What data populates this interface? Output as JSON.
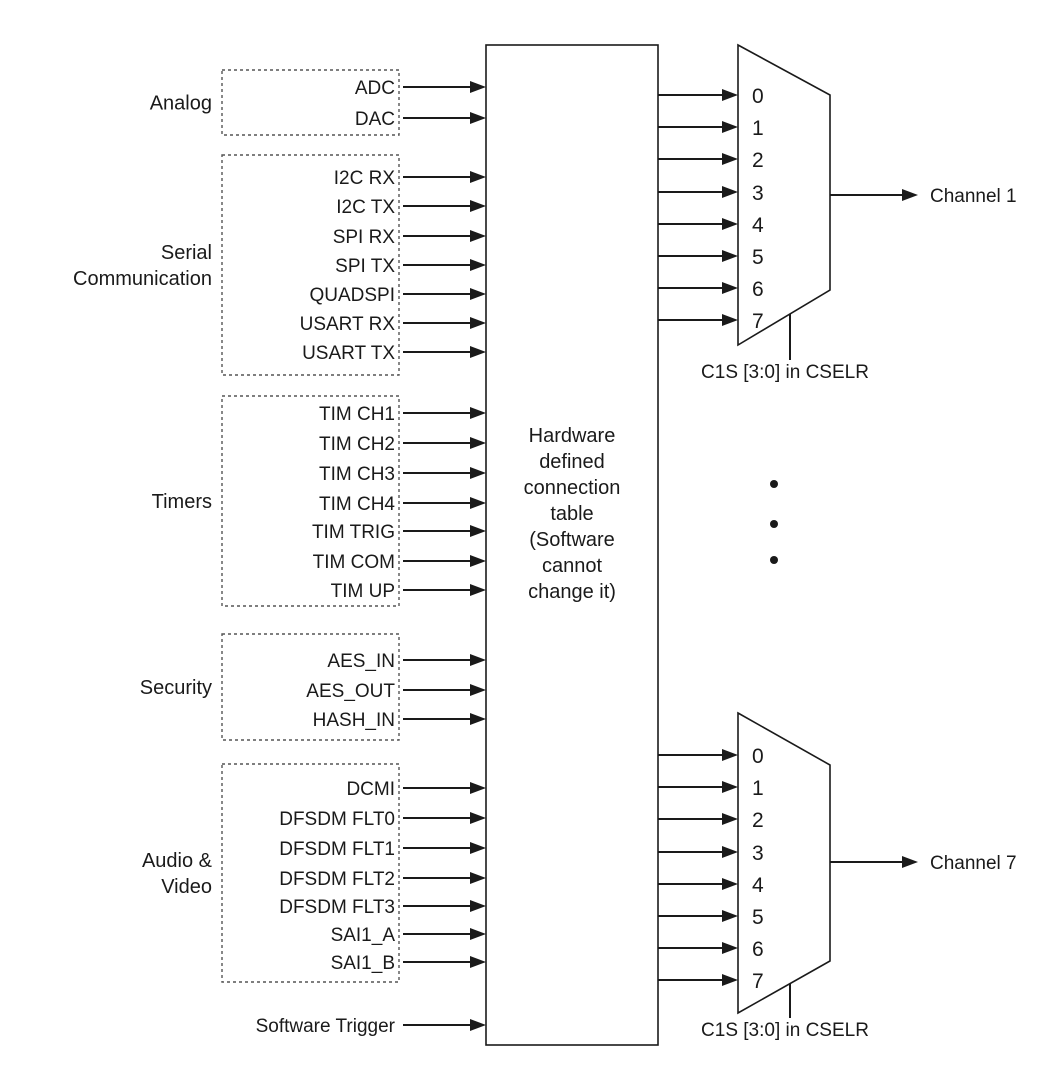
{
  "groups": [
    {
      "label": [
        "Analog"
      ],
      "signals": [
        "ADC",
        "DAC"
      ]
    },
    {
      "label": [
        "Serial",
        "Communication"
      ],
      "signals": [
        "I2C RX",
        "I2C TX",
        "SPI RX",
        "SPI TX",
        "QUADSPI",
        "USART RX",
        "USART TX"
      ]
    },
    {
      "label": [
        "Timers"
      ],
      "signals": [
        "TIM CH1",
        "TIM CH2",
        "TIM CH3",
        "TIM CH4",
        "TIM TRIG",
        "TIM COM",
        "TIM UP"
      ]
    },
    {
      "label": [
        "Security"
      ],
      "signals": [
        "AES_IN",
        "AES_OUT",
        "HASH_IN"
      ]
    },
    {
      "label": [
        "Audio &",
        "Video"
      ],
      "signals": [
        "DCMI",
        "DFSDM FLT0",
        "DFSDM FLT1",
        "DFSDM FLT2",
        "DFSDM FLT3",
        "SAI1_A",
        "SAI1_B"
      ]
    }
  ],
  "software_trigger": "Software Trigger",
  "connection_table": [
    "Hardware",
    "defined",
    "connection",
    "table",
    "(Software",
    "cannot",
    "change it)"
  ],
  "muxes": [
    {
      "inputs": [
        "0",
        "1",
        "2",
        "3",
        "4",
        "5",
        "6",
        "7"
      ],
      "select_label": "C1S [3:0] in CSELR",
      "output": "Channel 1"
    },
    {
      "inputs": [
        "0",
        "1",
        "2",
        "3",
        "4",
        "5",
        "6",
        "7"
      ],
      "select_label": "C1S [3:0] in CSELR",
      "output": "Channel 7"
    }
  ],
  "colors": {
    "ink": "#1a1a1a",
    "dashed_border": "#555555",
    "background": "#ffffff"
  }
}
